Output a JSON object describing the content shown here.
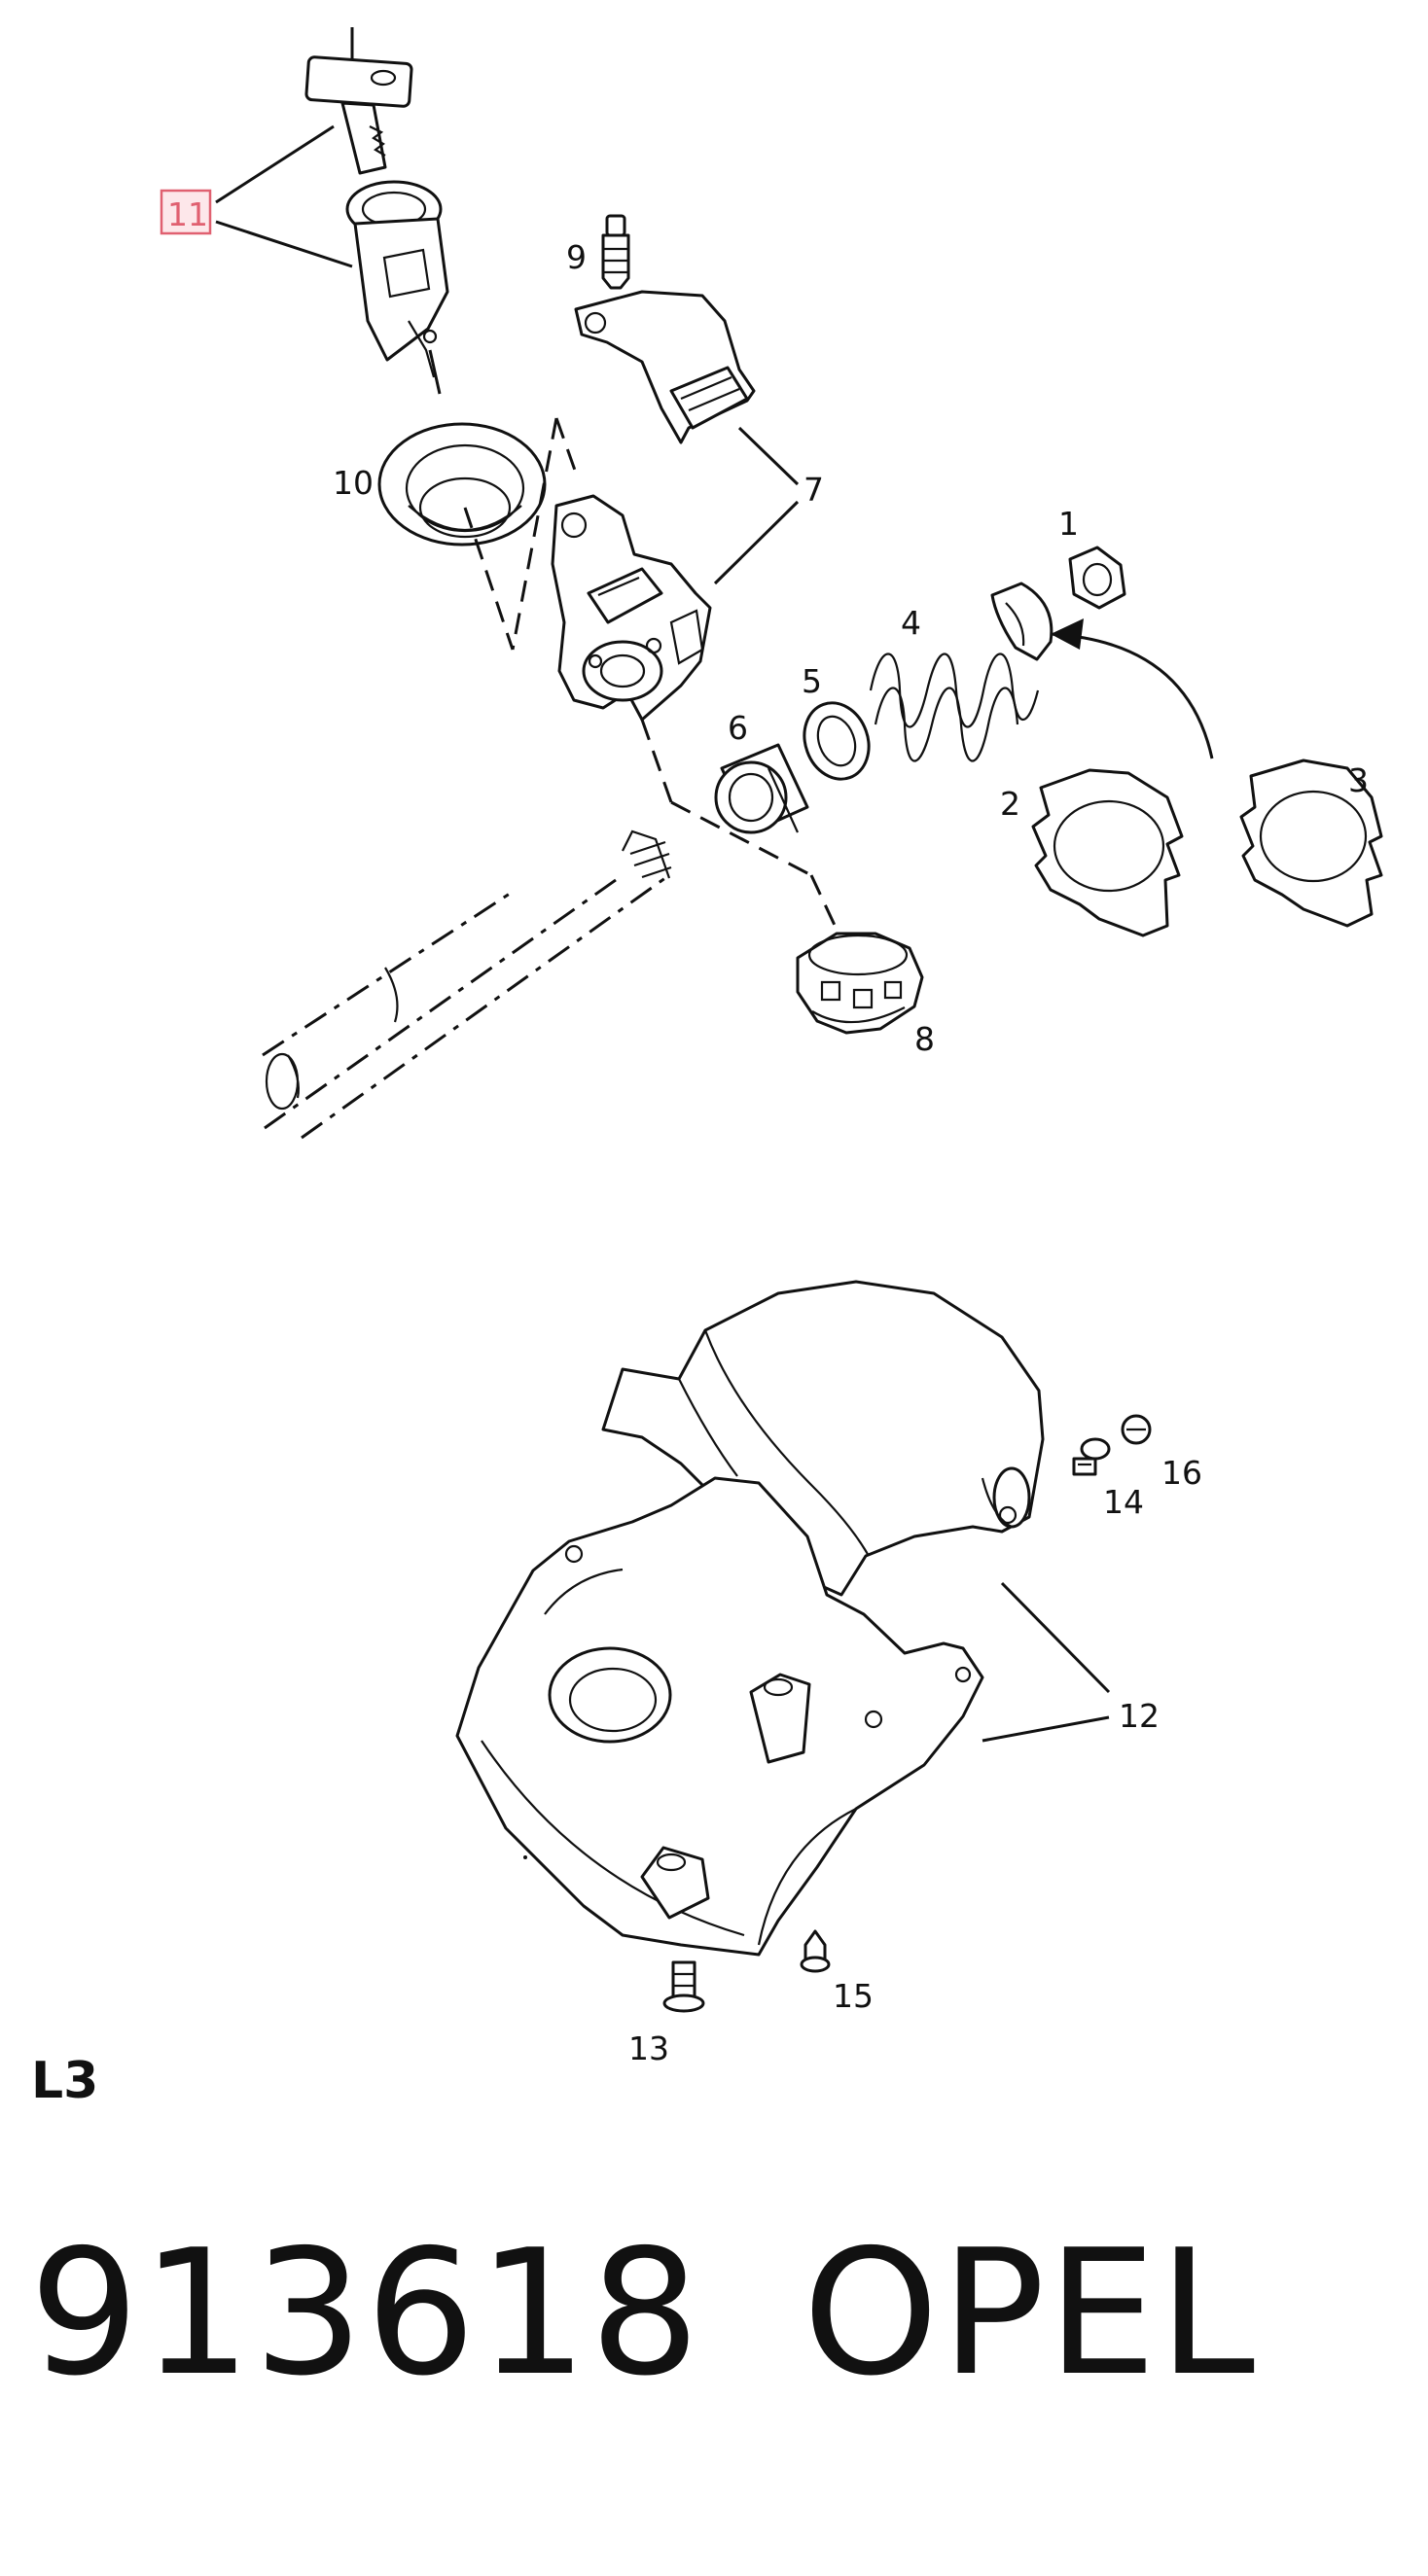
{
  "callouts": {
    "c1": "1",
    "c2": "2",
    "c3": "3",
    "c4": "4",
    "c5": "5",
    "c6": "6",
    "c7": "7",
    "c8": "8",
    "c9": "9",
    "c10": "10",
    "c11": "11",
    "c12": "12",
    "c13": "13",
    "c14": "14",
    "c15": "15",
    "c16": "16"
  },
  "highlight_color": "#e06070",
  "page_code": "L3",
  "part_number": "913618",
  "brand": "OPEL"
}
